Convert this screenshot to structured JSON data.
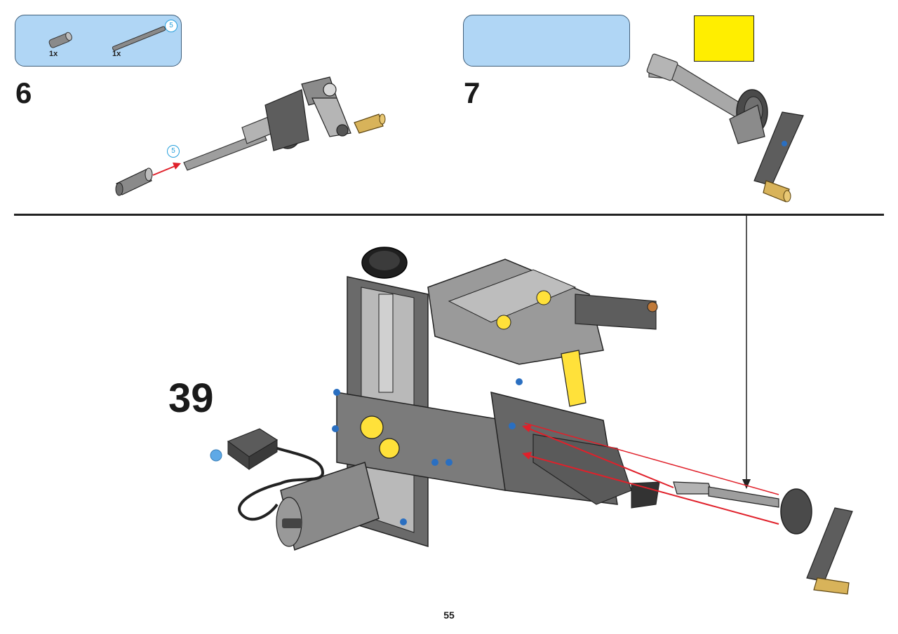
{
  "steps": [
    {
      "number": "6",
      "parts": [
        {
          "qty": "1x",
          "length_badge": "5"
        },
        {
          "qty": "1x",
          "length_badge": ""
        }
      ],
      "callout_badge": "5"
    },
    {
      "number": "7"
    },
    {
      "number": "39"
    }
  ],
  "page_number": "55",
  "icons": {
    "rotate": "rotate-model-icon",
    "parts_box_color": "#b0d6f5",
    "rotate_bg": "#ffee00",
    "arrow_color": "#e0202a"
  }
}
